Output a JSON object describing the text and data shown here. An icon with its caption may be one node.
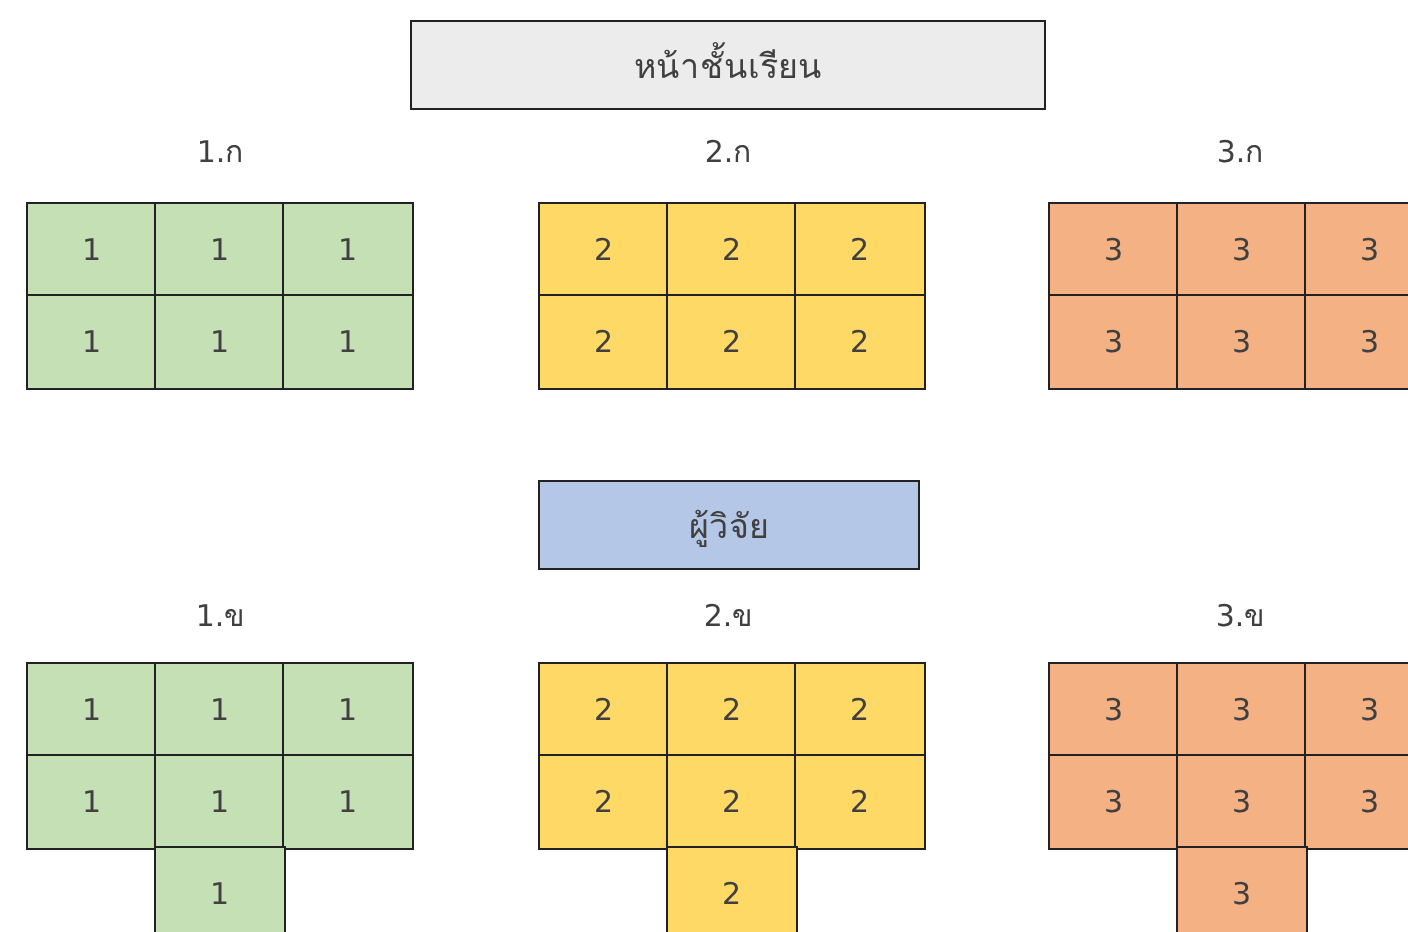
{
  "diagram": {
    "nodes": [
      {
        "text": [
          "หน้าชั้นเรียน"
        ]
      },
      {
        "text": [
          "1"
        ]
      },
      {
        "text": [
          "1"
        ]
      },
      {
        "text": [
          "1"
        ]
      },
      {
        "text": [
          "1"
        ]
      },
      {
        "text": [
          "1"
        ]
      },
      {
        "text": [
          "1"
        ]
      },
      {
        "text": [
          "2"
        ]
      },
      {
        "text": [
          "2"
        ]
      },
      {
        "text": [
          "2"
        ]
      },
      {
        "text": [
          "2"
        ]
      },
      {
        "text": [
          "2"
        ]
      },
      {
        "text": [
          "2"
        ]
      },
      {
        "text": [
          "3"
        ]
      },
      {
        "text": [
          "3"
        ]
      },
      {
        "text": [
          "3"
        ]
      },
      {
        "text": [
          "3"
        ]
      },
      {
        "text": [
          "3"
        ]
      },
      {
        "text": [
          "3"
        ]
      },
      {
        "text": [
          "ผู้วิจัย"
        ]
      },
      {
        "text": [
          "1"
        ]
      },
      {
        "text": [
          "1"
        ]
      },
      {
        "text": [
          "1"
        ]
      },
      {
        "text": [
          "1"
        ]
      },
      {
        "text": [
          "1"
        ]
      },
      {
        "text": [
          "1"
        ]
      },
      {
        "text": [
          "1"
        ]
      },
      {
        "text": [
          "2"
        ]
      },
      {
        "text": [
          "2"
        ]
      },
      {
        "text": [
          "2"
        ]
      },
      {
        "text": [
          "2"
        ]
      },
      {
        "text": [
          "2"
        ]
      },
      {
        "text": [
          "2"
        ]
      },
      {
        "text": [
          "2"
        ]
      },
      {
        "text": [
          "3"
        ]
      },
      {
        "text": [
          "3"
        ]
      },
      {
        "text": [
          "3"
        ]
      },
      {
        "text": [
          "3"
        ]
      },
      {
        "text": [
          "3"
        ]
      },
      {
        "text": [
          "3"
        ]
      },
      {
        "text": [
          "3"
        ]
      }
    ],
    "labels": [
      "1.ก",
      "2.ก",
      "3.ก",
      "1.ข",
      "2.ข",
      "3.ข"
    ]
  }
}
